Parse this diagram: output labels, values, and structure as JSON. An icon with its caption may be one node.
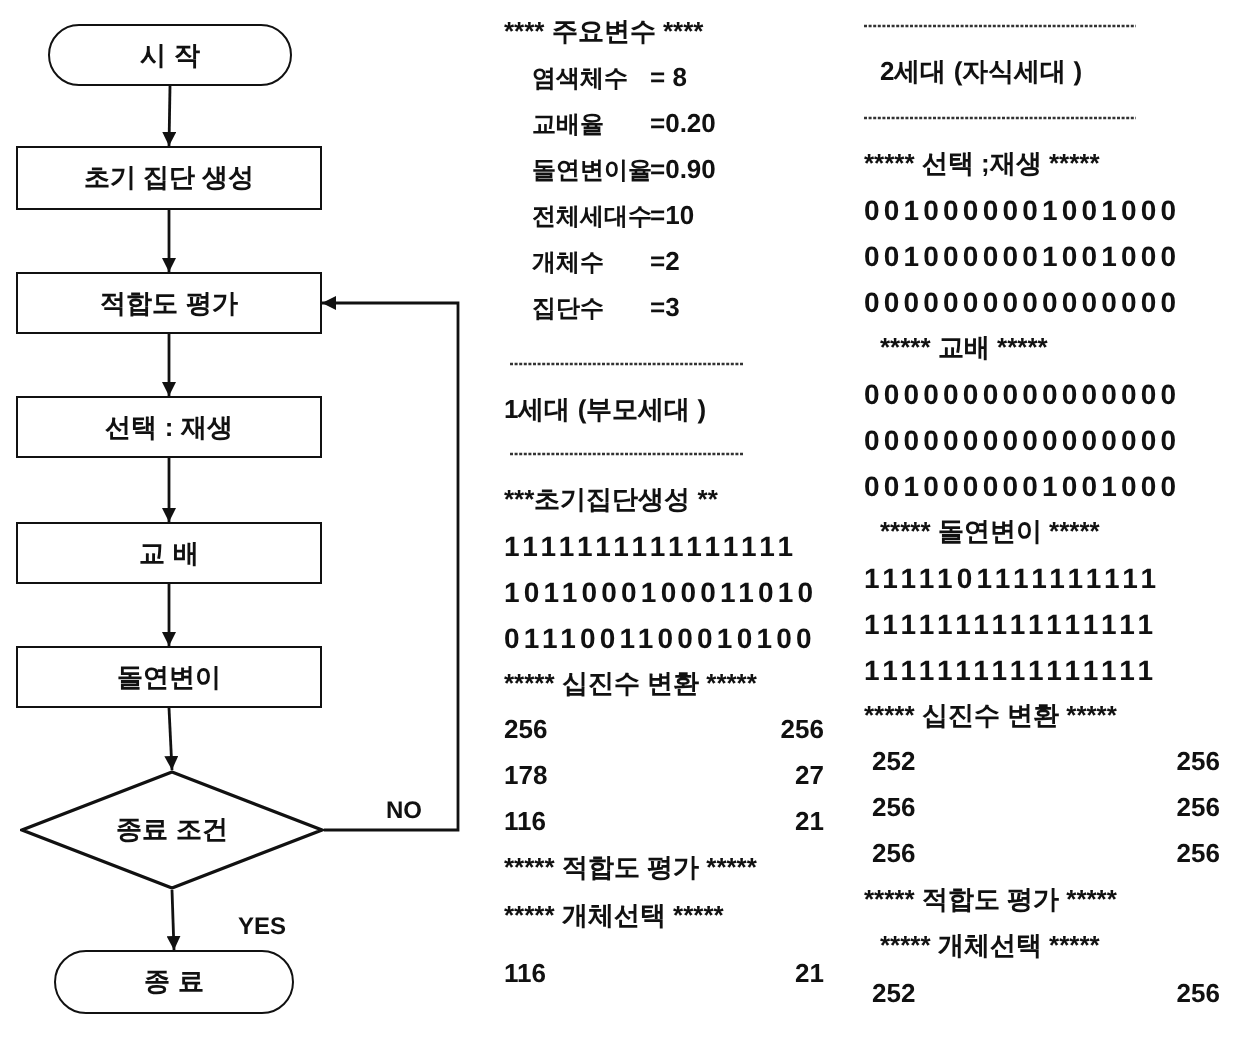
{
  "diagram": {
    "nodes": [
      {
        "text": [
          "시 작"
        ]
      },
      {
        "text": [
          "초기 집단 생성"
        ]
      },
      {
        "text": [
          "적합도 평가"
        ]
      },
      {
        "text": [
          "선택 : 재생"
        ]
      },
      {
        "text": [
          "교 배"
        ]
      },
      {
        "text": [
          "돌연변이"
        ]
      },
      {
        "text": [
          "종료 조건"
        ]
      },
      {
        "text": [
          "종 료"
        ]
      }
    ],
    "edges": [
      {
        "from": 0,
        "to": 1,
        "arrow": "to"
      },
      {
        "from": 1,
        "to": 2,
        "arrow": "to"
      },
      {
        "from": 2,
        "to": 3,
        "arrow": "to"
      },
      {
        "from": 3,
        "to": 4,
        "arrow": "to"
      },
      {
        "from": 4,
        "to": 5,
        "arrow": "to"
      },
      {
        "from": 5,
        "to": 6,
        "arrow": "to"
      },
      {
        "from": 6,
        "to": 7,
        "arrow": "to",
        "label": "YES"
      },
      {
        "from": 6,
        "to": 2,
        "arrow": "to",
        "label": "NO"
      }
    ],
    "labels": [
      "**** 주요변수 ****",
      "염색체수",
      "= 8",
      "교배율",
      "=0.20",
      "돌연변이율",
      "=0.90",
      "전체세대수",
      "=10",
      "개체수",
      "=2",
      "집단수",
      "=3",
      "1세대 (부모세대 )",
      "***초기집단생성 **",
      "1111111111111111",
      "1011000100011010",
      "0111001100010100",
      "***** 십진수 변환 *****",
      "256",
      "256",
      "178",
      "27",
      "116",
      "21",
      "***** 적합도 평가 *****",
      "***** 개체선택 *****",
      "116",
      "21",
      "2세대 (자식세대 )",
      "***** 선택 ;재생 *****",
      "0010000001001000",
      "0010000001001000",
      "0000000000000000",
      "***** 교배 *****",
      "0000000000000000",
      "0000000000000000",
      "0010000001001000",
      "***** 돌연변이 *****",
      "1111101111111111",
      "1111111111111111",
      "1111111111111111",
      "***** 십진수 변환 *****",
      "252",
      "256",
      "256",
      "256",
      "256",
      "256",
      "***** 적합도 평가 *****",
      "***** 개체선택 *****",
      "252",
      "256"
    ]
  }
}
